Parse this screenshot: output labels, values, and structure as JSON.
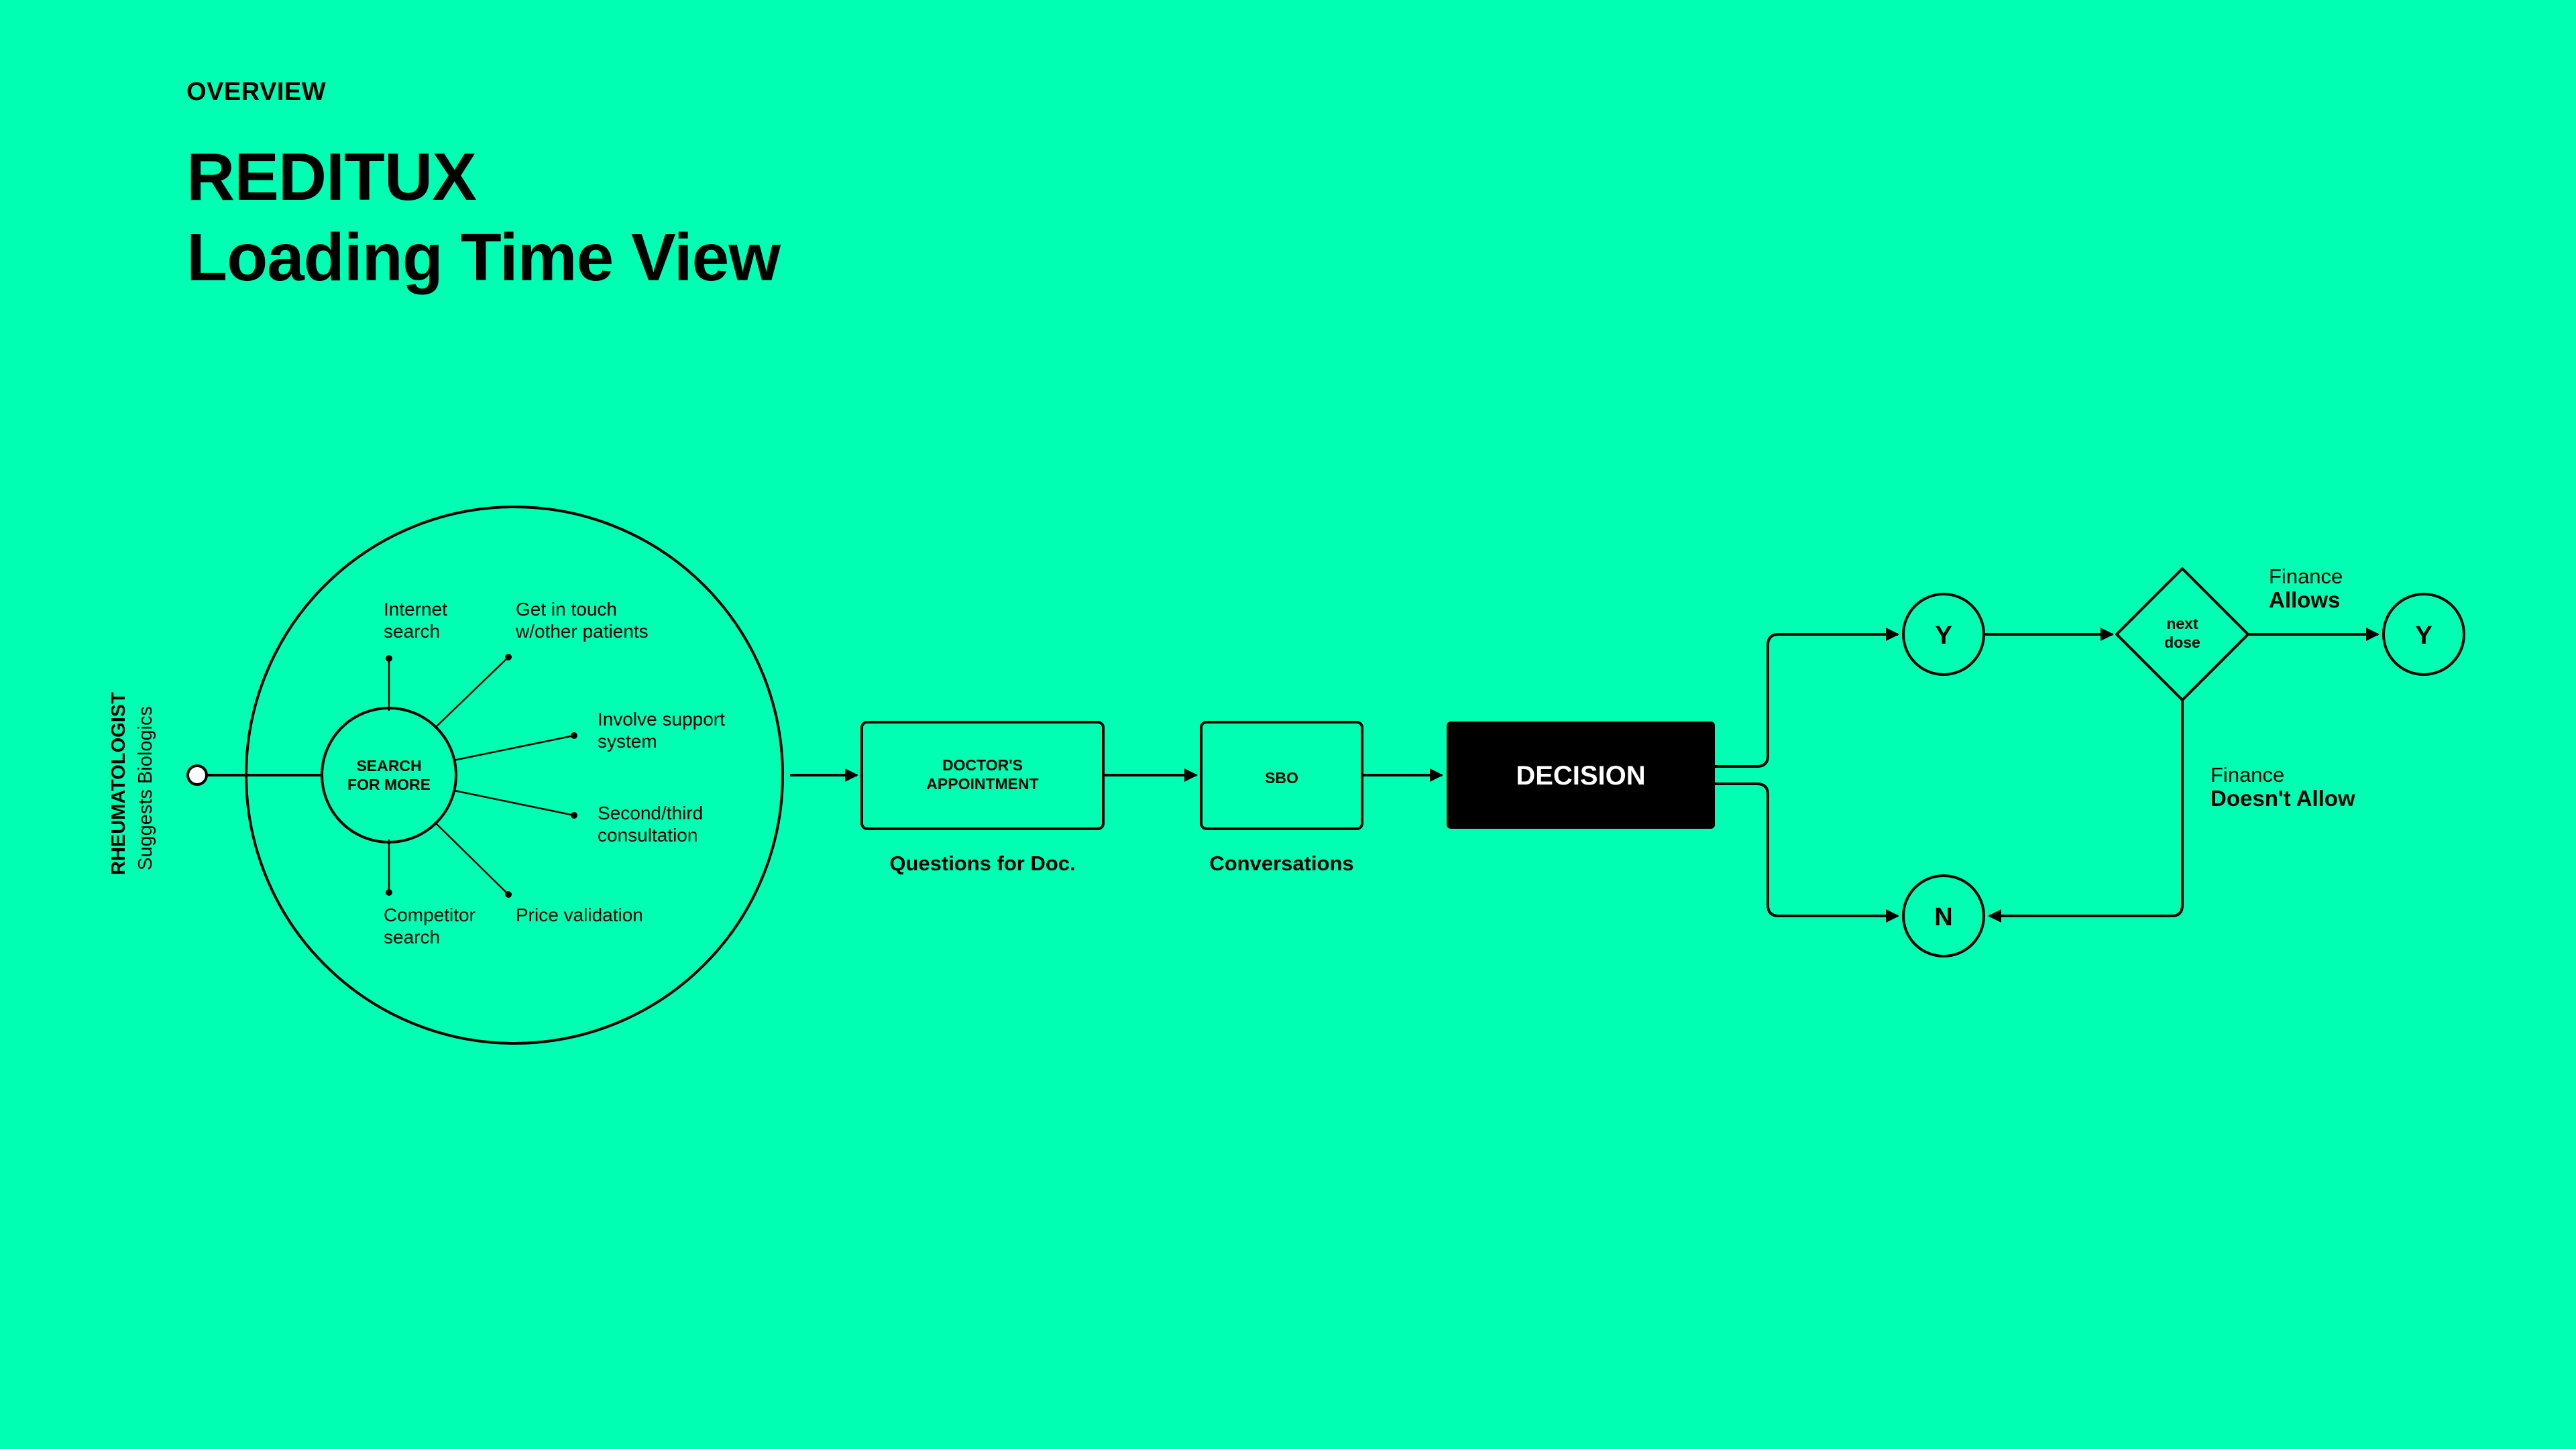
{
  "header": {
    "overline": "OVERVIEW",
    "title_line1": "REDITUX",
    "title_line2": "Loading Time View"
  },
  "actor": {
    "role": "RHEUMATOLOGIST",
    "action": "Suggests Biologics"
  },
  "search_hub": {
    "line1": "SEARCH",
    "line2": "FOR MORE",
    "branches": [
      {
        "line1": "Internet",
        "line2": "search"
      },
      {
        "line1": "Get in touch",
        "line2": "w/other patients"
      },
      {
        "line1": "Involve support",
        "line2": "system"
      },
      {
        "line1": "Second/third",
        "line2": "consultation"
      },
      {
        "line1": "Price validation",
        "line2": ""
      },
      {
        "line1": "Competitor",
        "line2": "search"
      }
    ]
  },
  "steps": {
    "appointment": {
      "line1": "DOCTOR'S",
      "line2": "APPOINTMENT",
      "caption": "Questions for Doc."
    },
    "sbo": {
      "label": "SBO",
      "caption": "Conversations"
    },
    "decision": {
      "label": "DECISION"
    }
  },
  "outcomes": {
    "yes_label": "Y",
    "no_label": "N",
    "final_yes_label": "Y",
    "next_dose_line1": "next",
    "next_dose_line2": "dose",
    "finance_allows_line1": "Finance",
    "finance_allows_line2": "Allows",
    "finance_denies_line1": "Finance",
    "finance_denies_line2": "Doesn't Allow"
  },
  "colors": {
    "background": "#00FFB2",
    "ink": "#000000",
    "decision_fill": "#000000",
    "decision_text": "#FFFFFF"
  }
}
